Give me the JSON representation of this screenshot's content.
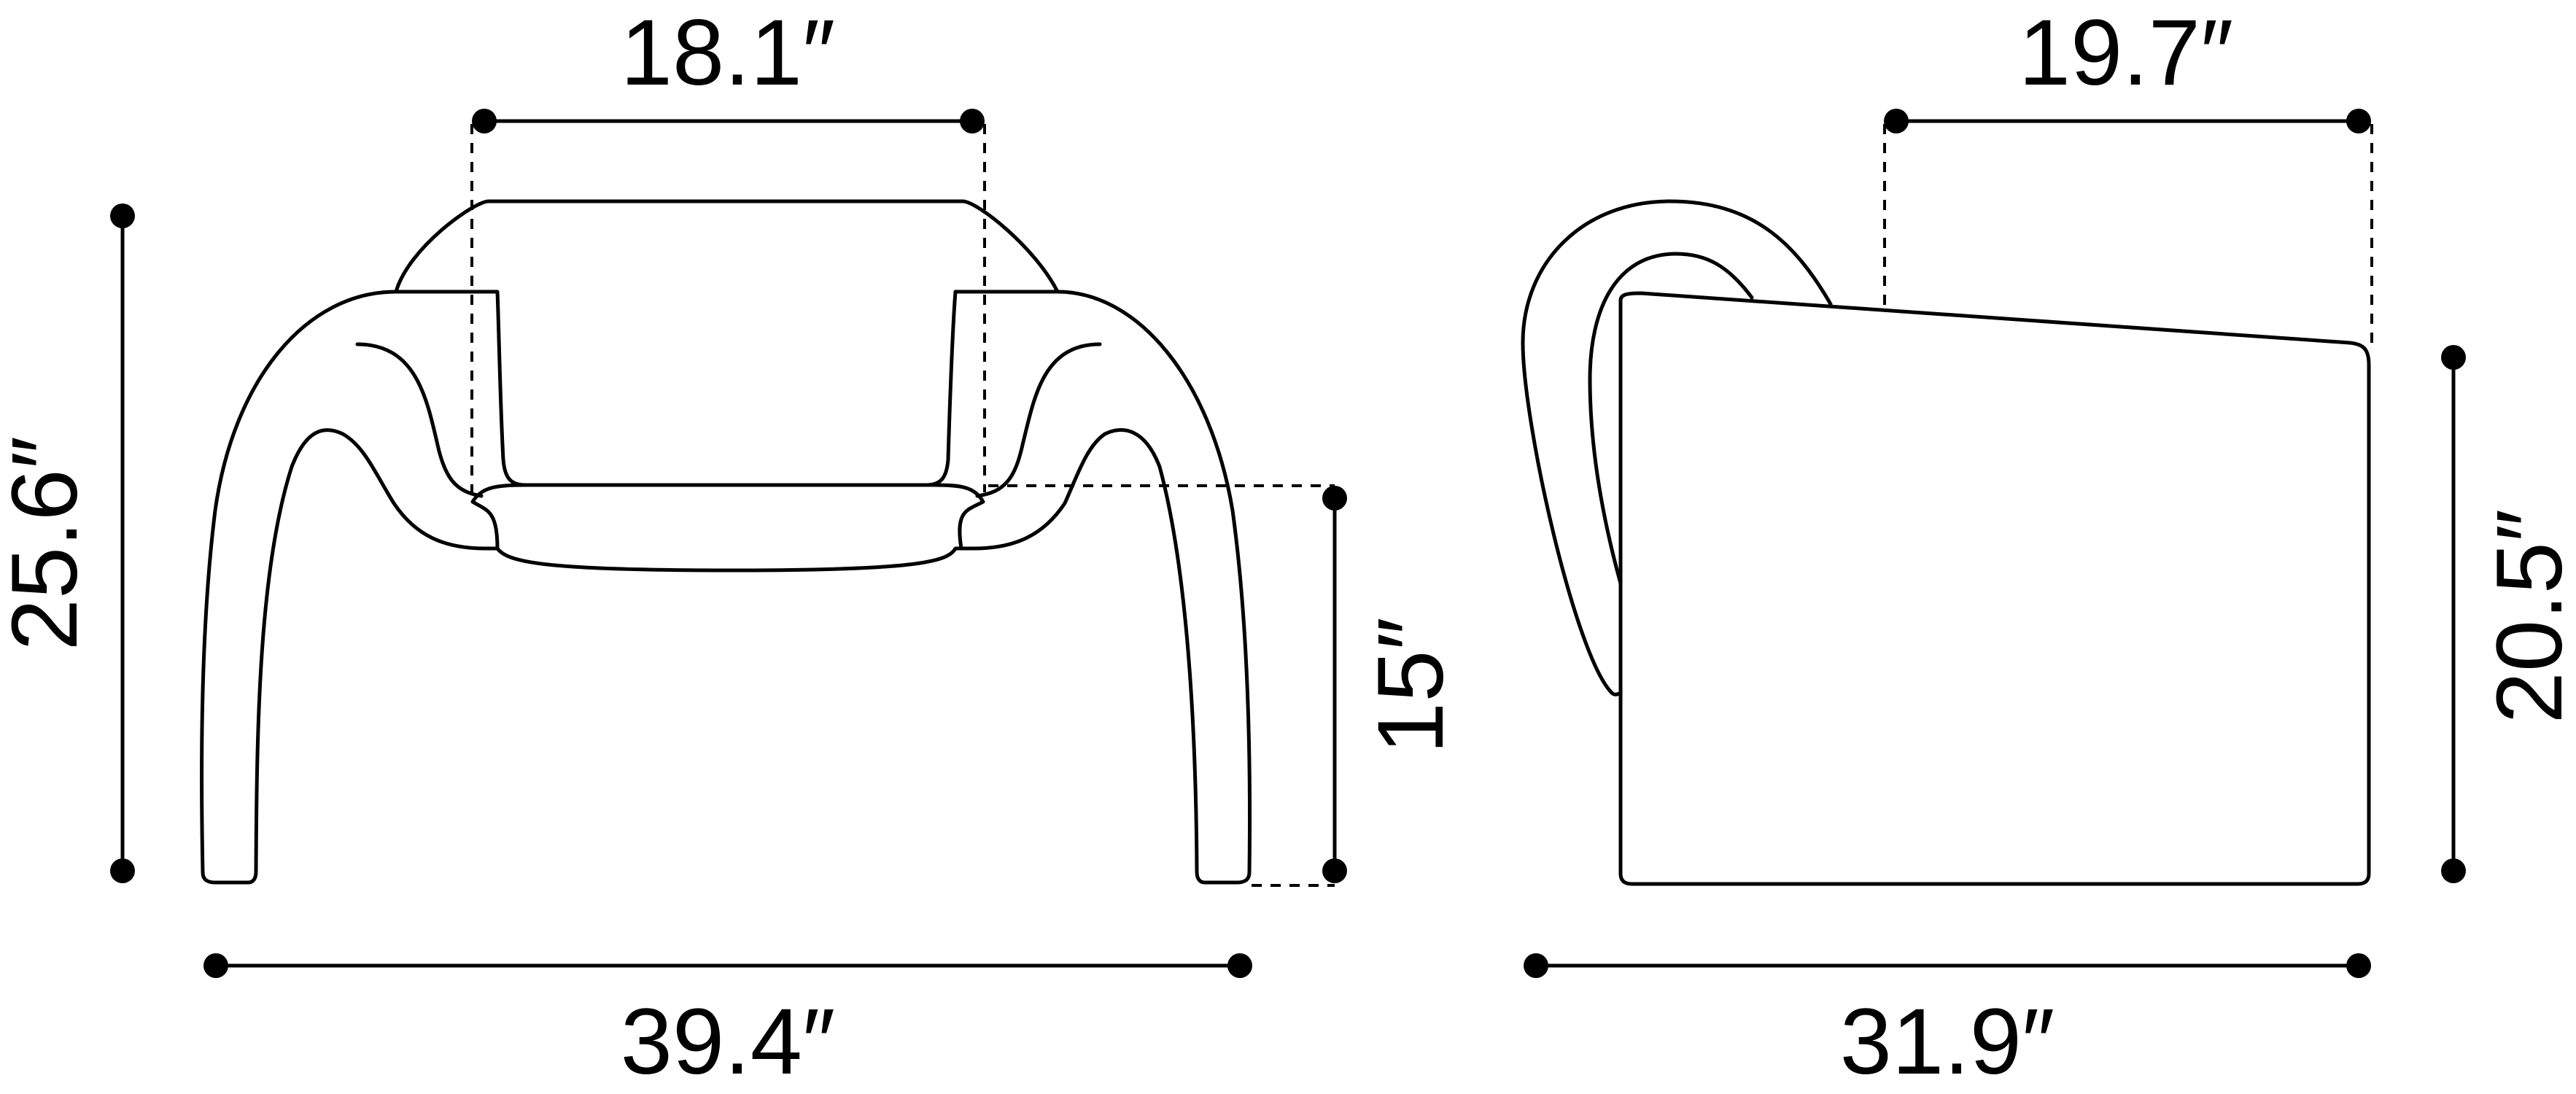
{
  "dimensions": {
    "front_top_width": "18.1″",
    "front_height": "25.6″",
    "front_seat_height": "15″",
    "front_overall_width": "39.4″",
    "side_top_depth": "19.7″",
    "side_height": "20.5″",
    "side_overall_depth": "31.9″"
  }
}
